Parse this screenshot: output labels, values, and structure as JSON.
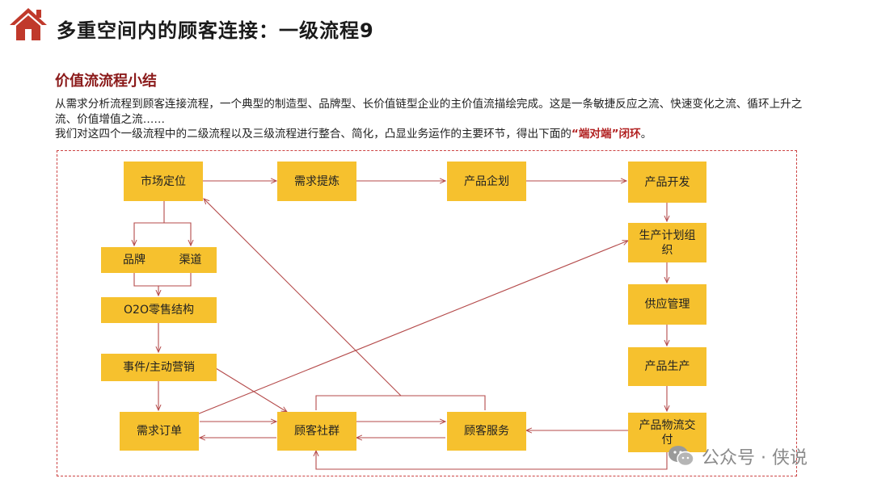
{
  "header": {
    "title": "多重空间内的顾客连接：一级流程9",
    "icon": "home-icon",
    "icon_color": "#c0392b"
  },
  "section_title": "价值流流程小结",
  "paragraph1": "从需求分析流程到顾客连接流程，一个典型的制造型、品牌型、长价值链型企业的主价值流描绘完成。这是一条敏捷反应之流、快速变化之流、循环上升之流、价值增值之流……",
  "paragraph2": {
    "before": "我们对这四个一级流程中的二级流程以及三级流程进行整合、简化，凸显业务运作的主要环节，得出下面的",
    "highlight": "“端对端”闭环",
    "after": "。"
  },
  "diagram": {
    "box_color": "#f6c12e",
    "line_color": "#b44a4a",
    "nodes": {
      "market_positioning": "市场定位",
      "demand_refining": "需求提炼",
      "product_planning": "产品企划",
      "product_development": "产品开发",
      "brand": "品牌",
      "channel": "渠道",
      "o2o_retail": "O2O零售结构",
      "event_marketing": "事件/主动营销",
      "demand_order": "需求订单",
      "customer_community": "顾客社群",
      "customer_service": "顾客服务",
      "production_plan": "生产计划组织",
      "supply_management": "供应管理",
      "production": "产品生产",
      "logistics_delivery": "产品物流交付"
    }
  },
  "watermark": {
    "text": "公众号 · 侠说",
    "icon": "wechat-icon"
  }
}
